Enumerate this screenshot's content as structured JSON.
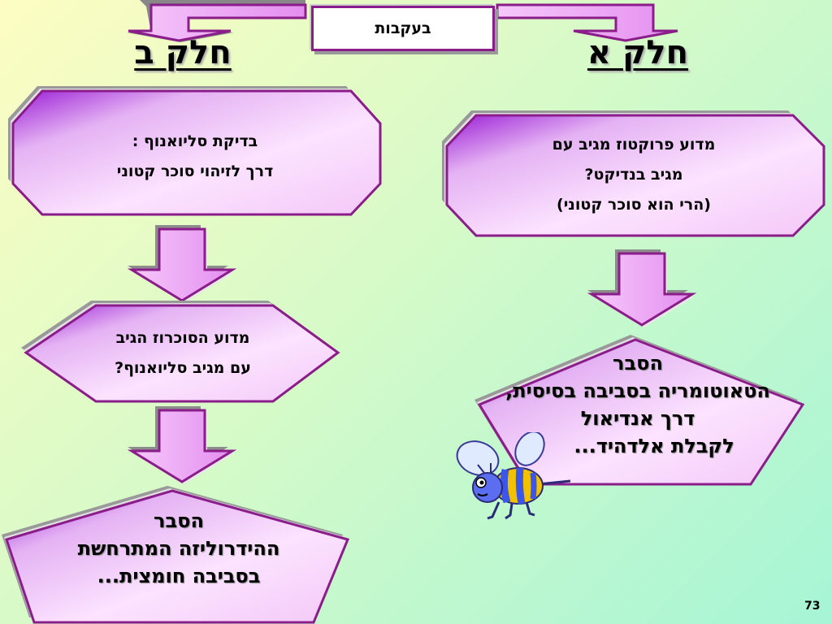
{
  "slide": {
    "title": "בעקבות",
    "page_number": "73"
  },
  "part_a": {
    "heading": "חלק א",
    "box1": {
      "line1": "מדוע פרוקטוז מגיב עם",
      "line2": "מגיב בנדיקט?",
      "line3": "(הרי הוא סוכר קטוני)"
    },
    "box2": {
      "line1": "הסבר",
      "line2": "הטאוטומריה בסביבה בסיסית,",
      "line3": "דרך אנדיאול",
      "line4": "לקבלת אלדהיד..."
    }
  },
  "part_b": {
    "heading": "חלק ב",
    "box1": {
      "line1": "בדיקת סליואנוף :",
      "line2": "דרך לזיהוי סוכר קטוני"
    },
    "box2": {
      "line1": "מדוע הסוכרוז הגיב",
      "line2": "עם מגיב סליואנוף?"
    },
    "box3": {
      "line1": "הסבר",
      "line2": "ההידרוליזה המתרחשת",
      "line3": "בסביבה חומצית..."
    }
  },
  "icons": {
    "bee": "bee-clipart-icon",
    "arrow": "down-arrow-icon"
  },
  "colors": {
    "purple_dark": "#8a1d8a",
    "purple_light": "#f6d4fa",
    "purple_mid": "#c36ae8",
    "arrow_fill": "#eeaaf5"
  }
}
